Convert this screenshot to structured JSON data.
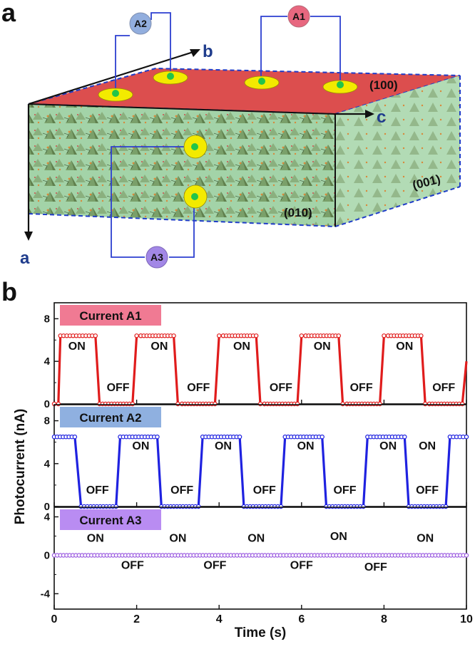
{
  "panel_a": {
    "label": "a",
    "axes": {
      "a": "a",
      "b": "b",
      "c": "c"
    },
    "faces": {
      "top": "(100)",
      "front": "(010)",
      "side": "(001)"
    },
    "electrodes": {
      "a1": "A1",
      "a2": "A2",
      "a3": "A3"
    },
    "colors": {
      "top": "#d83b3b",
      "front": "#8ec89a",
      "badge_a1": "#e8677f",
      "badge_a2": "#92aede",
      "badge_a3": "#a287e6",
      "wire": "#2c3fd0",
      "pad": "#f3ea00"
    }
  },
  "panel_b": {
    "label": "b"
  },
  "chart_data": {
    "type": "line",
    "xlabel": "Time (s)",
    "ylabel": "Photocurrent (nA)",
    "xlim": [
      0,
      10
    ],
    "xticks": [
      "0",
      "2",
      "4",
      "6",
      "8",
      "10"
    ],
    "grid": false,
    "subplots": [
      {
        "name": "Current  A1",
        "color": "#e01c1c",
        "legend_bg": "#f07a93",
        "ylim": [
          0,
          9.5
        ],
        "yticks": [
          "0",
          "4",
          "8"
        ],
        "series": {
          "x": [
            0.0,
            0.1,
            0.15,
            1.0,
            1.1,
            1.9,
            2.0,
            2.1,
            2.9,
            3.0,
            3.1,
            3.9,
            4.0,
            4.1,
            4.9,
            5.0,
            5.1,
            5.9,
            6.0,
            6.1,
            6.9,
            7.0,
            7.1,
            7.9,
            8.0,
            8.1,
            8.9,
            9.0,
            9.1,
            9.9,
            10.0
          ],
          "y": [
            0,
            0,
            6.4,
            6.4,
            0,
            0,
            6.4,
            6.4,
            6.4,
            0,
            0,
            0,
            6.4,
            6.4,
            6.4,
            0,
            0,
            0,
            6.4,
            6.4,
            6.4,
            0,
            0,
            0,
            6.4,
            6.4,
            6.4,
            0,
            0,
            0,
            4.0
          ]
        },
        "annotations": [
          {
            "text": "ON",
            "x": 0.55,
            "y": 5.1
          },
          {
            "text": "OFF",
            "x": 1.55,
            "y": 1.2
          },
          {
            "text": "ON",
            "x": 2.55,
            "y": 5.1
          },
          {
            "text": "OFF",
            "x": 3.5,
            "y": 1.2
          },
          {
            "text": "ON",
            "x": 4.55,
            "y": 5.1
          },
          {
            "text": "OFF",
            "x": 5.5,
            "y": 1.2
          },
          {
            "text": "ON",
            "x": 6.5,
            "y": 5.1
          },
          {
            "text": "OFF",
            "x": 7.45,
            "y": 1.2
          },
          {
            "text": "ON",
            "x": 8.5,
            "y": 5.1
          },
          {
            "text": "OFF",
            "x": 9.45,
            "y": 1.2
          }
        ]
      },
      {
        "name": "Current  A2",
        "color": "#1f22e0",
        "legend_bg": "#8fb0e0",
        "ylim": [
          0,
          9.5
        ],
        "yticks": [
          "0",
          "4",
          "8"
        ],
        "series": {
          "x": [
            0.0,
            0.5,
            0.65,
            1.5,
            1.6,
            2.5,
            2.6,
            3.5,
            3.6,
            4.5,
            4.6,
            5.5,
            5.6,
            6.5,
            6.6,
            7.5,
            7.6,
            8.5,
            8.6,
            9.5,
            9.6,
            10.0
          ],
          "y": [
            6.5,
            6.5,
            0,
            0,
            6.5,
            6.5,
            0,
            0,
            6.5,
            6.5,
            0,
            0,
            6.5,
            6.5,
            0,
            0,
            6.5,
            6.5,
            0,
            0,
            6.5,
            6.5
          ]
        },
        "annotations": [
          {
            "text": "ON",
            "x": 2.1,
            "y": 5.3
          },
          {
            "text": "OFF",
            "x": 1.05,
            "y": 1.2
          },
          {
            "text": "ON",
            "x": 4.1,
            "y": 5.3
          },
          {
            "text": "OFF",
            "x": 3.1,
            "y": 1.2
          },
          {
            "text": "ON",
            "x": 6.1,
            "y": 5.3
          },
          {
            "text": "OFF",
            "x": 5.1,
            "y": 1.2
          },
          {
            "text": "ON",
            "x": 8.1,
            "y": 5.3
          },
          {
            "text": "OFF",
            "x": 7.05,
            "y": 1.2
          },
          {
            "text": "ON",
            "x": 9.05,
            "y": 5.3
          },
          {
            "text": "OFF",
            "x": 9.05,
            "y": 1.2
          }
        ]
      },
      {
        "name": "Current  A3",
        "color": "#9c5ce0",
        "legend_bg": "#b98cf2",
        "ylim": [
          -5.6,
          5.0
        ],
        "yticks": [
          "-4",
          "0",
          "4"
        ],
        "series": {
          "x": [
            0,
            10
          ],
          "y": [
            0,
            0
          ]
        },
        "annotations": [
          {
            "text": "ON",
            "x": 1.0,
            "y": 1.4
          },
          {
            "text": "OFF",
            "x": 1.9,
            "y": -1.4
          },
          {
            "text": "ON",
            "x": 3.0,
            "y": 1.4
          },
          {
            "text": "OFF",
            "x": 3.9,
            "y": -1.4
          },
          {
            "text": "ON",
            "x": 4.9,
            "y": 1.4
          },
          {
            "text": "OFF",
            "x": 6.0,
            "y": -1.4
          },
          {
            "text": "ON",
            "x": 6.9,
            "y": 1.6
          },
          {
            "text": "OFF",
            "x": 7.8,
            "y": -1.6
          },
          {
            "text": "ON",
            "x": 9.0,
            "y": 1.4
          }
        ]
      }
    ]
  }
}
